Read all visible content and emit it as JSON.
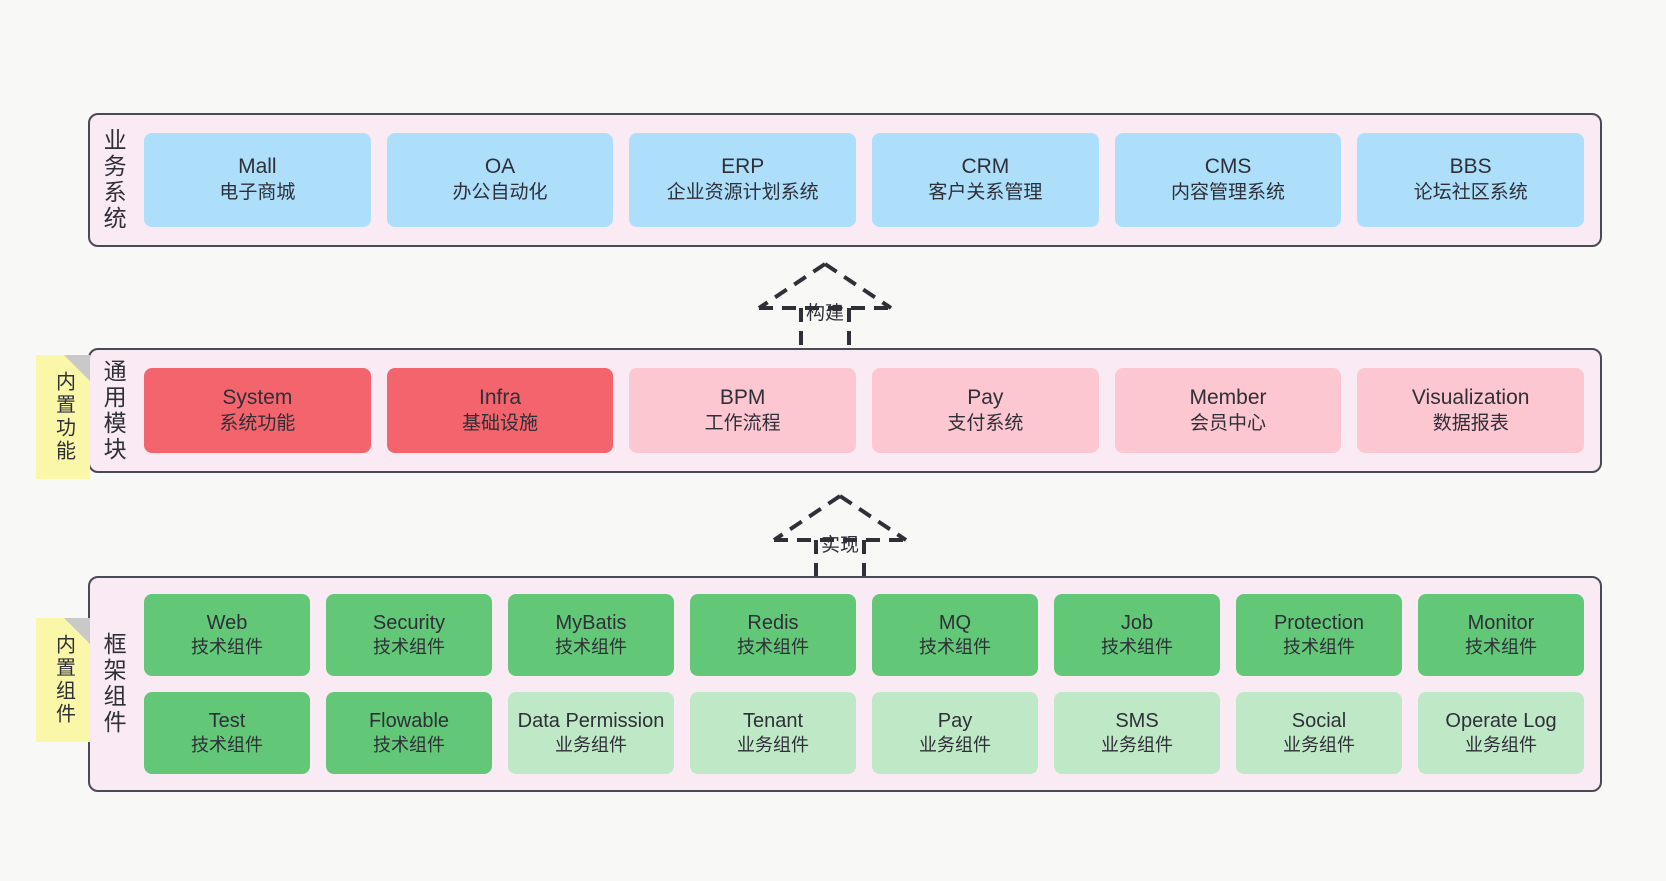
{
  "diagram": {
    "colors": {
      "panel_bg": "#f9eaf4",
      "panel_border": "#4a4a57",
      "canvas_bg": "#f8f8f7",
      "blue": "#addffb",
      "red": "#f4646c",
      "pink": "#fcc7d0",
      "green": "#62c878",
      "light_green": "#bfe8c6",
      "note_yellow": "#fbf7a8",
      "note_fold": "#c9c9c9"
    }
  },
  "layers": {
    "business": {
      "title": "业务系统",
      "cards": [
        {
          "en": "Mall",
          "cn": "电子商城"
        },
        {
          "en": "OA",
          "cn": "办公自动化"
        },
        {
          "en": "ERP",
          "cn": "企业资源计划系统"
        },
        {
          "en": "CRM",
          "cn": "客户关系管理"
        },
        {
          "en": "CMS",
          "cn": "内容管理系统"
        },
        {
          "en": "BBS",
          "cn": "论坛社区系统"
        }
      ]
    },
    "common": {
      "title": "通用模块",
      "note": "内置功能",
      "cards": [
        {
          "en": "System",
          "cn": "系统功能",
          "color": "red"
        },
        {
          "en": "Infra",
          "cn": "基础设施",
          "color": "red"
        },
        {
          "en": "BPM",
          "cn": "工作流程",
          "color": "pink"
        },
        {
          "en": "Pay",
          "cn": "支付系统",
          "color": "pink"
        },
        {
          "en": "Member",
          "cn": "会员中心",
          "color": "pink"
        },
        {
          "en": "Visualization",
          "cn": "数据报表",
          "color": "pink"
        }
      ]
    },
    "framework": {
      "title": "框架组件",
      "note": "内置组件",
      "row1": [
        {
          "en": "Web",
          "cn": "技术组件",
          "color": "green"
        },
        {
          "en": "Security",
          "cn": "技术组件",
          "color": "green"
        },
        {
          "en": "MyBatis",
          "cn": "技术组件",
          "color": "green"
        },
        {
          "en": "Redis",
          "cn": "技术组件",
          "color": "green"
        },
        {
          "en": "MQ",
          "cn": "技术组件",
          "color": "green"
        },
        {
          "en": "Job",
          "cn": "技术组件",
          "color": "green"
        },
        {
          "en": "Protection",
          "cn": "技术组件",
          "color": "green"
        },
        {
          "en": "Monitor",
          "cn": "技术组件",
          "color": "green"
        }
      ],
      "row2": [
        {
          "en": "Test",
          "cn": "技术组件",
          "color": "green"
        },
        {
          "en": "Flowable",
          "cn": "技术组件",
          "color": "green"
        },
        {
          "en": "Data Permission",
          "cn": "业务组件",
          "color": "light_green"
        },
        {
          "en": "Tenant",
          "cn": "业务组件",
          "color": "light_green"
        },
        {
          "en": "Pay",
          "cn": "业务组件",
          "color": "light_green"
        },
        {
          "en": "SMS",
          "cn": "业务组件",
          "color": "light_green"
        },
        {
          "en": "Social",
          "cn": "业务组件",
          "color": "light_green"
        },
        {
          "en": "Operate Log",
          "cn": "业务组件",
          "color": "light_green"
        }
      ]
    }
  },
  "connectors": [
    {
      "label": "构建"
    },
    {
      "label": "实现"
    }
  ]
}
